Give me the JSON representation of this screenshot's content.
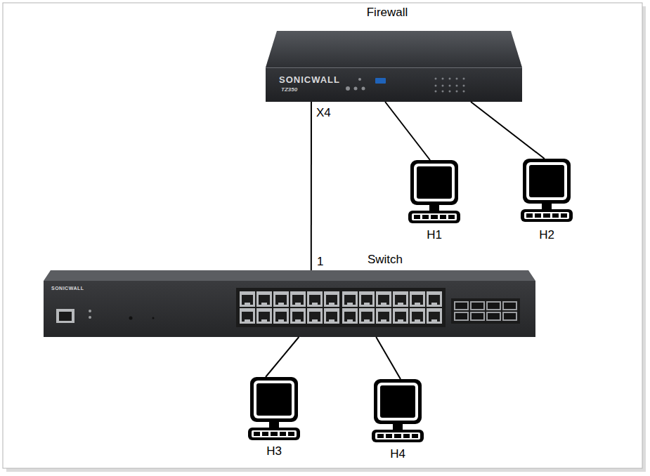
{
  "diagram": {
    "nodes": [
      {
        "text": [
          "Firewall"
        ]
      },
      {
        "text": [
          "Switch"
        ]
      },
      {
        "text": [
          "H1"
        ]
      },
      {
        "text": [
          "H2"
        ]
      },
      {
        "text": [
          "H3"
        ]
      },
      {
        "text": [
          "H4"
        ]
      }
    ],
    "edges": [
      {
        "from": 0,
        "to": 1,
        "arrow": "none"
      },
      {
        "from": 0,
        "to": 2,
        "arrow": "none"
      },
      {
        "from": 0,
        "to": 3,
        "arrow": "none"
      },
      {
        "from": 1,
        "to": 4,
        "arrow": "none"
      },
      {
        "from": 1,
        "to": 5,
        "arrow": "none"
      }
    ],
    "labels": [
      "X4",
      "1",
      "SONICWALL",
      "TZ350",
      "SONICWALL"
    ]
  }
}
